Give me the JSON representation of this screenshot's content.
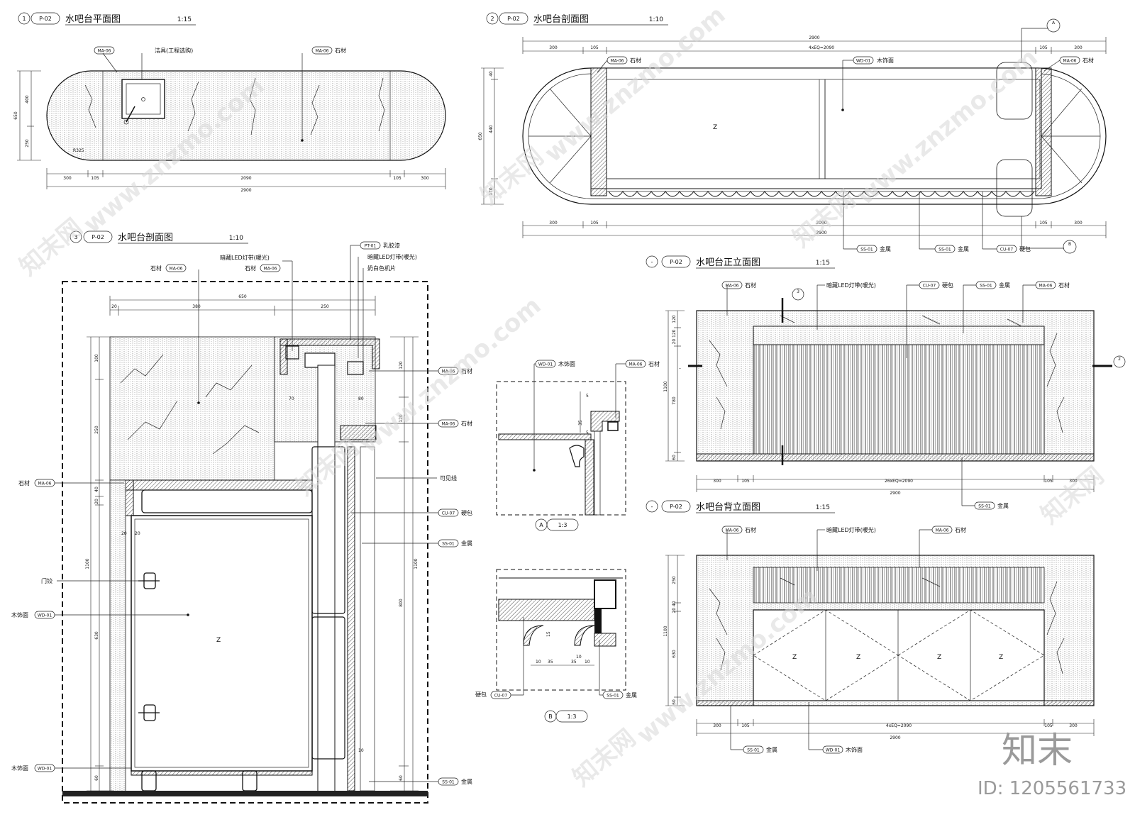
{
  "views": {
    "plan": {
      "num": "1",
      "ref": "P-02",
      "title": "水吧台平面图",
      "scale": "1:15"
    },
    "section2": {
      "num": "2",
      "ref": "P-02",
      "title": "水吧台剖面图",
      "scale": "1:10"
    },
    "section3": {
      "num": "3",
      "ref": "P-02",
      "title": "水吧台剖面图",
      "scale": "1:10"
    },
    "front": {
      "num": "-",
      "ref": "P-02",
      "title": "水吧台正立面图",
      "scale": "1:15"
    },
    "back": {
      "num": "-",
      "ref": "P-02",
      "title": "水吧台背立面图",
      "scale": "1:15"
    },
    "detailA": {
      "num": "A",
      "scale": "1:3"
    },
    "detailB": {
      "num": "B",
      "scale": "1:3"
    }
  },
  "codes": {
    "stone": "MA-06",
    "wood": "WD-01",
    "metal": "SS-01",
    "hard": "CU-07",
    "paint": "PT-01"
  },
  "labels": {
    "stone": "石材",
    "wood": "木饰面",
    "metal": "金属",
    "hard": "硬包",
    "sink": "洁具(工程选购)",
    "led": "暗藏LED灯带(暖光)",
    "paint": "乳胶漆",
    "panel": "奶白色机片",
    "visible": "可见线",
    "hinge": "门铰"
  },
  "dims": {
    "plan_bottom": [
      "300",
      "105",
      "2090",
      "105",
      "300"
    ],
    "plan_total": "2900",
    "plan_left": [
      "400",
      "250"
    ],
    "plan_height": "650",
    "plan_radius": "R325",
    "s2_top": [
      "300",
      "105",
      "4xEQ=2090",
      "105",
      "300"
    ],
    "s2_total": "2900",
    "s2_bottom": [
      "300",
      "105",
      "2090",
      "105",
      "300"
    ],
    "s2_left": [
      "40",
      "440",
      "170"
    ],
    "s2_height": "650",
    "s3_top": [
      "20",
      "380",
      "250"
    ],
    "s3_total": "650",
    "s3_left": [
      "100",
      "250",
      "40",
      "20",
      "630",
      "60"
    ],
    "s3_height": "1100",
    "s3_right": [
      "120",
      "120",
      "800",
      "60"
    ],
    "s3_right_total": "1100",
    "s3_inner": [
      "70",
      "80",
      "20",
      "20",
      "10"
    ],
    "front_bottom": [
      "300",
      "105",
      "26xEQ=2090",
      "105",
      "300"
    ],
    "front_total": "2900",
    "front_left": [
      "120",
      "20 120",
      "780",
      "60"
    ],
    "front_height": "1100",
    "back_bottom": [
      "300",
      "105",
      "4xEQ=2090",
      "105",
      "300"
    ],
    "back_total": "2900",
    "back_left": [
      "250",
      "20 40",
      "630",
      "60"
    ],
    "back_height": "1100",
    "dA": [
      "5",
      "35",
      "5"
    ],
    "dB": [
      "10",
      "35",
      "35",
      "10",
      "15",
      "10"
    ]
  },
  "markers": {
    "a": "A",
    "b": "B",
    "three": "3",
    "two": "2",
    "z": "Z"
  },
  "watermark": {
    "site": "www.znzmo.com",
    "cn": "知末网",
    "logo": "知末",
    "id": "ID: 1205561733"
  }
}
